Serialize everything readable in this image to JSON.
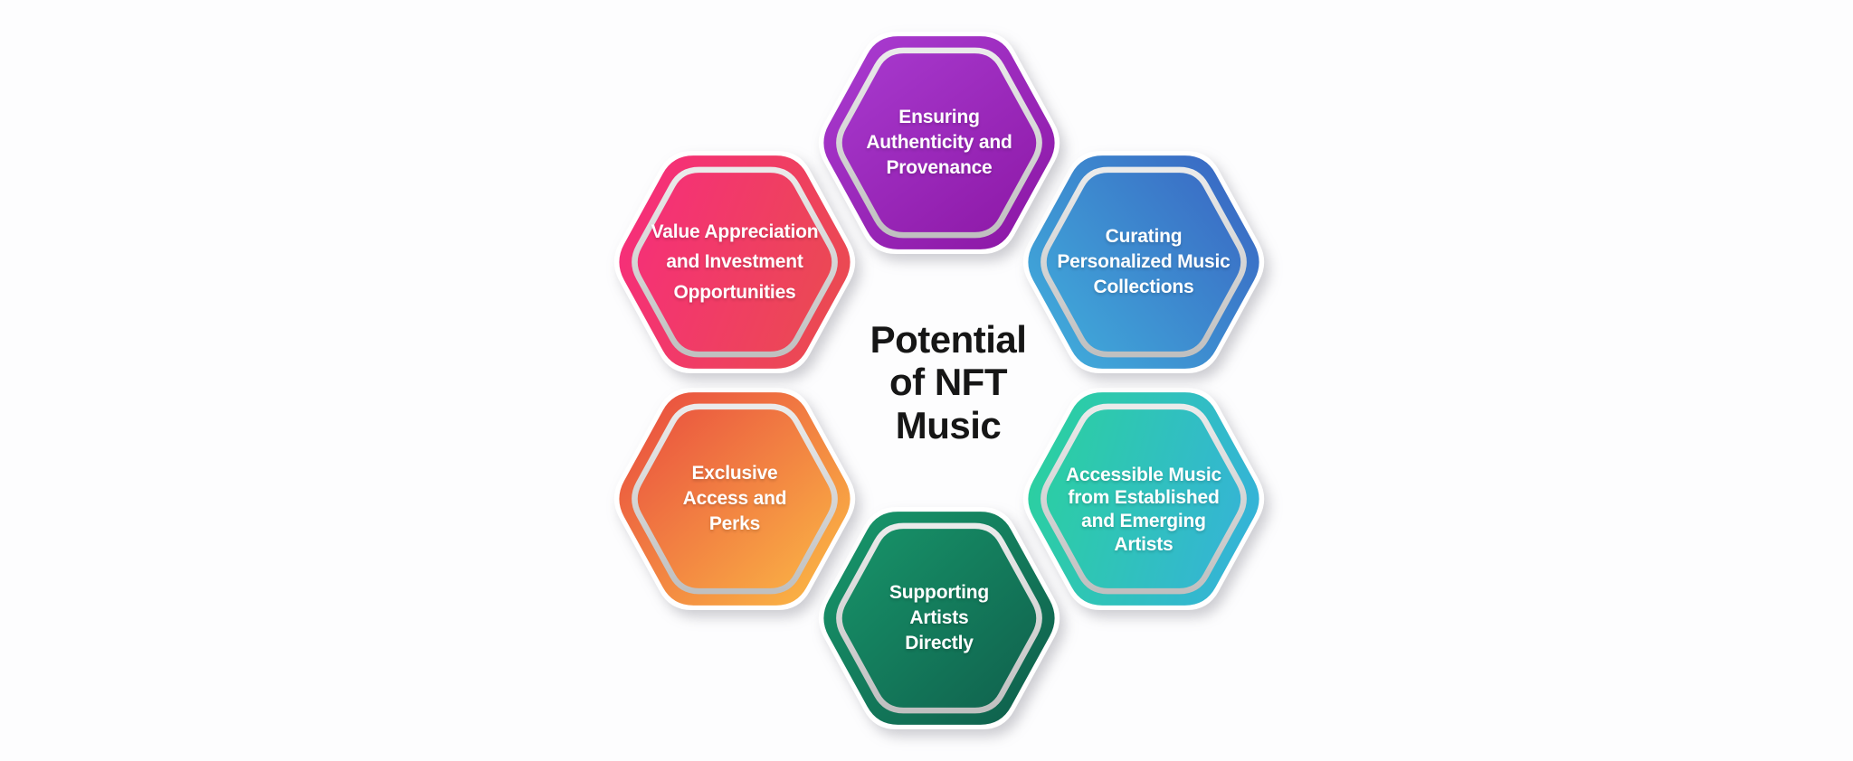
{
  "title": {
    "lines": [
      "Potential",
      "of NFT",
      "Music"
    ],
    "color": "#161616"
  },
  "hexagons": [
    {
      "id": "ensuring-authenticity-and-provenance",
      "label_lines": [
        "Ensuring",
        "Authenticity and",
        "Provenance"
      ],
      "gradient_from": "#a93bd0",
      "gradient_to": "#8c17a5"
    },
    {
      "id": "curating-personalized-music-collections",
      "label_lines": [
        "Curating",
        "Personalized Music",
        "Collections"
      ],
      "gradient_from": "#41b2dd",
      "gradient_to": "#3a6ac4"
    },
    {
      "id": "value-appreciation-and-investment-opportunities",
      "label_lines": [
        "Value Appreciation",
        "and Investment",
        "Opportunities"
      ],
      "gradient_from": "#f72c7d",
      "gradient_to": "#eb4953"
    },
    {
      "id": "accessible-music-from-established-and-emerging-artists",
      "label_lines": [
        "Accessible Music",
        "from Established",
        "and Emerging",
        "Artists"
      ],
      "gradient_from": "#2bd0a0",
      "gradient_to": "#35b3d8"
    },
    {
      "id": "exclusive-access-and-perks",
      "label_lines": [
        "Exclusive",
        "Access and",
        "Perks"
      ],
      "gradient_from": "#e8473f",
      "gradient_to": "#fcbe45"
    },
    {
      "id": "supporting-artists-directly",
      "label_lines": [
        "Supporting",
        "Artists",
        "Directly"
      ],
      "gradient_from": "#18996c",
      "gradient_to": "#0f5c4a"
    }
  ],
  "styles": {
    "label_color": "#ffffff",
    "rim_color": "#ffffff",
    "outline_light": "#ebebeb",
    "outline_dark": "#c0c0c0",
    "background": "#fdfdfe"
  }
}
